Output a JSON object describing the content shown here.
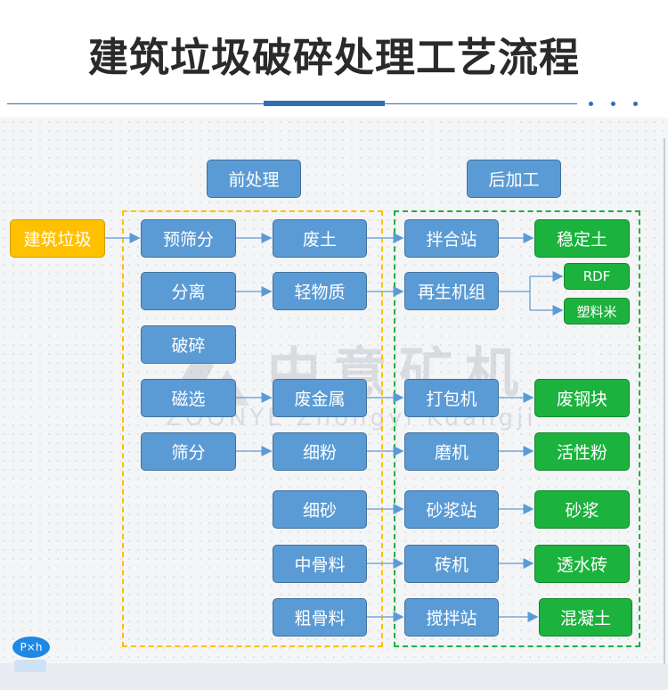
{
  "header": {
    "title": "建筑垃圾破碎处理工艺流程"
  },
  "headings": {
    "pre": "前处理",
    "post": "后加工"
  },
  "source": "建筑垃圾",
  "pre_left": [
    "预筛分",
    "分离",
    "破碎",
    "磁选",
    "筛分"
  ],
  "pre_right": [
    "废土",
    "轻物质",
    "废金属",
    "细粉",
    "细砂",
    "中骨料",
    "粗骨料"
  ],
  "post_process": [
    "拌合站",
    "再生机组",
    "打包机",
    "磨机",
    "砂浆站",
    "砖机",
    "搅拌站"
  ],
  "products": [
    "稳定土",
    "RDF",
    "塑料米",
    "废钢块",
    "活性粉",
    "砂浆",
    "透水砖",
    "混凝土"
  ],
  "watermark": {
    "name": "中意矿机",
    "sub": "ZOONYE Zhongyi Kuangji"
  },
  "badge": "P×h",
  "colors": {
    "process": "#5b9bd5",
    "product": "#1bb23d",
    "source": "#ffc000",
    "pre_group": "#ffc000",
    "post_group": "#1bb23d",
    "accent": "#2d6fb4"
  }
}
